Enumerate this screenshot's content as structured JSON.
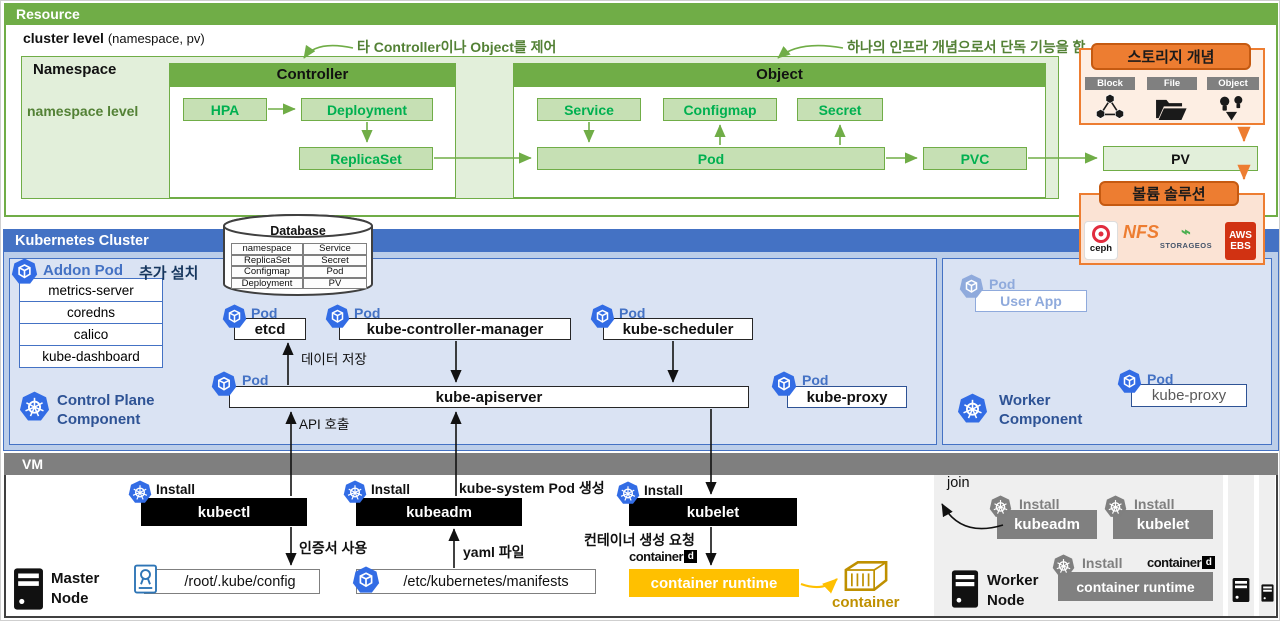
{
  "resource": {
    "title": "Resource",
    "cluster_level": "cluster level",
    "cluster_level_note": "(namespace, pv)",
    "controller_annotation": "타 Controller이나 Object를 제어",
    "object_annotation": "하나의 인프라 개념으로서 단독 기능을 함",
    "namespace_title": "Namespace",
    "namespace_level": "namespace level",
    "controller_title": "Controller",
    "hpa": "HPA",
    "deployment": "Deployment",
    "replicaset": "ReplicaSet",
    "object_title": "Object",
    "service": "Service",
    "configmap": "Configmap",
    "secret": "Secret",
    "pod": "Pod",
    "pvc": "PVC",
    "pv": "PV",
    "storage_title": "스토리지 개념",
    "storage_types": [
      "Block",
      "File",
      "Object"
    ],
    "volume_title": "볼륨 솔루션",
    "ceph": "ceph",
    "nfs": "NFS",
    "storageos": "STORAGEOS",
    "aws": "AWS",
    "ebs": "EBS"
  },
  "cluster": {
    "title": "Kubernetes Cluster",
    "pod_label": "Pod",
    "database_title": "Database",
    "database_rows": [
      [
        "namespace",
        "Service"
      ],
      [
        "ReplicaSet",
        "Secret"
      ],
      [
        "Configmap",
        "Pod"
      ],
      [
        "Deployment",
        "PV"
      ]
    ],
    "addon_title": "Addon Pod",
    "addon_note": "추가 설치",
    "addon_items": [
      "metrics-server",
      "coredns",
      "calico",
      "kube-dashboard"
    ],
    "etcd": "etcd",
    "controller_manager": "kube-controller-manager",
    "scheduler": "kube-scheduler",
    "apiserver": "kube-apiserver",
    "kube_proxy": "kube-proxy",
    "data_store_label": "데이터 저장",
    "api_call_label": "API 호출",
    "control_plane_line1": "Control Plane",
    "control_plane_line2": "Component",
    "user_app": "User App",
    "worker_line1": "Worker",
    "worker_line2": "Component"
  },
  "vm": {
    "title": "VM",
    "install": "Install",
    "kubectl": "kubectl",
    "kubeadm": "kubeadm",
    "kubelet": "kubelet",
    "kube_system_label": "kube-system Pod 생성",
    "cert_label": "인증서 사용",
    "yaml_label": "yaml 파일",
    "container_request_label": "컨테이너 생성 요청",
    "config_path": "/root/.kube/config",
    "manifests_path": "/etc/kubernetes/manifests",
    "containerd_name": "container",
    "containerd_d": "d",
    "container_runtime": "container runtime",
    "container_label": "container",
    "master_line1": "Master",
    "master_line2": "Node",
    "join": "join",
    "worker_line1": "Worker",
    "worker_line2": "Node"
  },
  "colors": {
    "green": "#70ad47",
    "green_text": "#00b050",
    "blue": "#4472c4",
    "k8s_blue": "#326ce5",
    "orange": "#ed7d31",
    "gray": "#7f7f7f",
    "gold": "#ffc000"
  }
}
